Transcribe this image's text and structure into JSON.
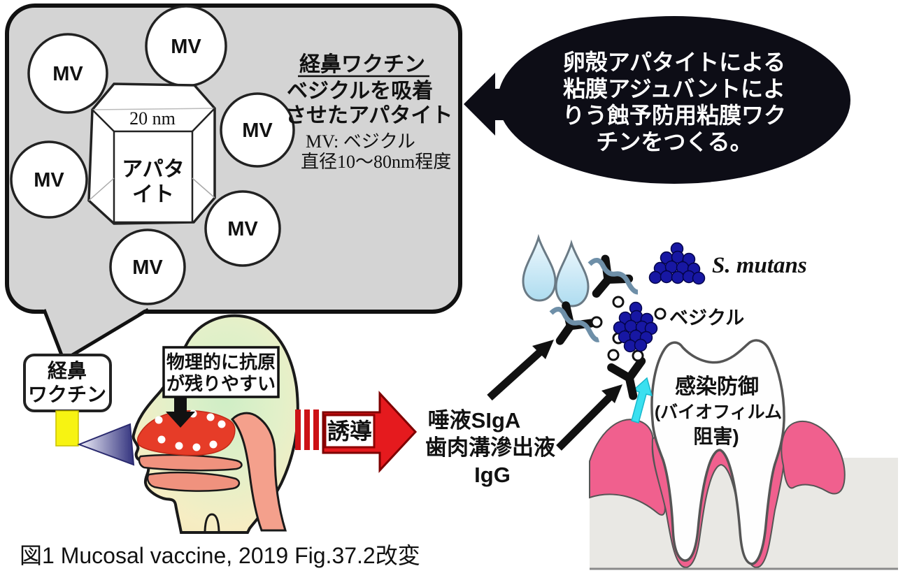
{
  "bubble": {
    "heading": "経鼻ワクチン",
    "line1": "ベジクルを吸着",
    "line2": "させたアパタイト",
    "note1": "MV: ベジクル",
    "note2": "直径10〜80nm程度",
    "mv": "MV",
    "crystal_size": "20 nm",
    "crystal_name_1": "アパタ",
    "crystal_name_2": "イト"
  },
  "goal_bubble": {
    "lines": [
      "卵殻アパタイトによる",
      "粘膜アジュバントによ",
      "りう蝕予防用粘膜ワク",
      "チンをつくる。"
    ]
  },
  "nasal_vaccine_tag": {
    "line1": "経鼻",
    "line2": "ワクチン"
  },
  "head_note": {
    "line1": "物理的に抗原",
    "line2": "が残りやすい"
  },
  "induction": {
    "arrow_label": "誘導",
    "line1": "唾液SIgA",
    "line2": "歯肉溝滲出液",
    "line3": "IgG"
  },
  "microbes": {
    "s_mutans": "S. mutans",
    "vesicle": "ベジクル"
  },
  "tooth": {
    "line1": "感染防御",
    "line2": "(バイオフィルム",
    "line3": "阻害)"
  },
  "caption": "図1 Mucosal vaccine, 2019 Fig.37.2改変",
  "colors": {
    "bubble_gray": "#d4d4d4",
    "goal_black": "#0d0d16",
    "arrow_red": "#e51a1e",
    "arrow_red_dark": "#7e0000",
    "spray_yellow": "#f7f312",
    "cone_navy": "#32327e",
    "bacteria_blue": "#1717a3",
    "droplet_blue": "#aedcf0",
    "cyan_arrow": "#3ae0f0",
    "gum_pink": "#f0608e",
    "bone_gray": "#e9e8e4",
    "head_cream": "#f6edc3",
    "head_green": "#cfeec6",
    "nasal_red": "#e63c28",
    "mucosa_salmon": "#f0927e"
  }
}
